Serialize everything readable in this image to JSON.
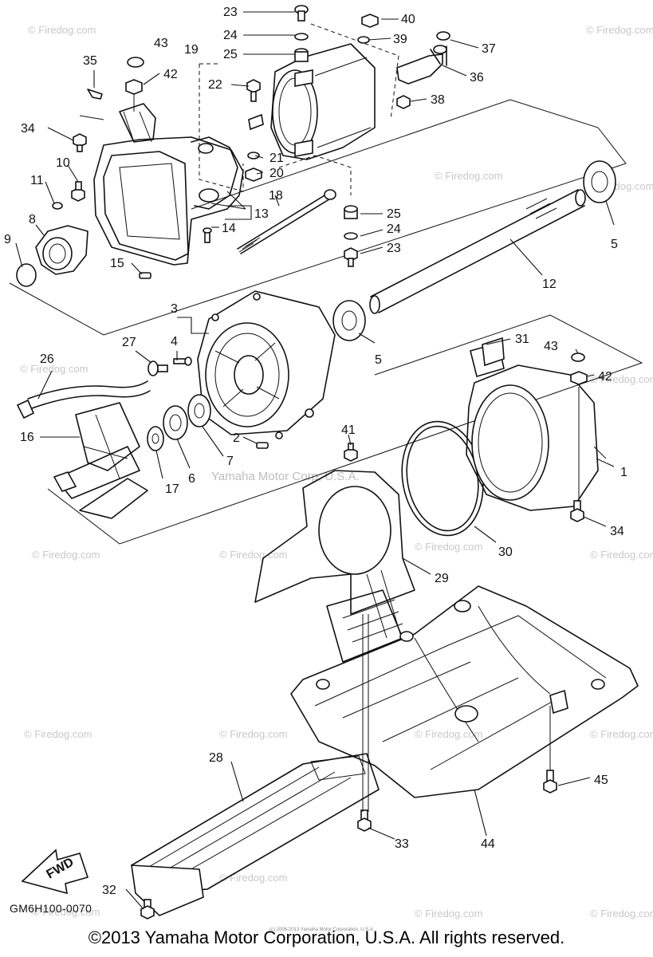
{
  "diagram": {
    "code": "GM6H100-0070",
    "copyright": "©2013 Yamaha Motor Corporation, U.S.A. All rights reserved.",
    "tiny_note": "(c) 2006-2013 Yamaha Motor Corporation, U.S.A.",
    "watermarks": {
      "site": "© Firedog.com",
      "center": "Yamaha Motor Corp, U.S.A."
    },
    "fwd_label": "FWD",
    "callouts": [
      "1",
      "2",
      "3",
      "4",
      "5",
      "5",
      "6",
      "7",
      "8",
      "9",
      "10",
      "11",
      "12",
      "13",
      "14",
      "15",
      "16",
      "17",
      "18",
      "19",
      "20",
      "21",
      "22",
      "23",
      "23",
      "24",
      "24",
      "25",
      "25",
      "26",
      "27",
      "28",
      "29",
      "30",
      "31",
      "32",
      "33",
      "34",
      "34",
      "35",
      "36",
      "37",
      "38",
      "39",
      "40",
      "41",
      "42",
      "42",
      "43",
      "43",
      "44",
      "45"
    ]
  }
}
